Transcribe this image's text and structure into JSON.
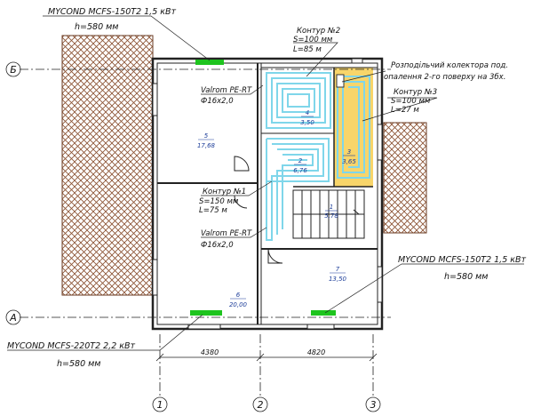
{
  "colors": {
    "heating_pipe": "#7fd6ea",
    "floor_fill": "#f8d56a",
    "convector": "#1ec41e",
    "wall": "#222222",
    "annotation_text": "#1f3f9a"
  },
  "axes": {
    "b": "Б",
    "a": "А",
    "c1": "1",
    "c2": "2",
    "c3": "3"
  },
  "dimensions": {
    "left_span": "4380",
    "right_span": "4820"
  },
  "convectors": {
    "top": {
      "model": "MYCOND MCFS-150T2 1,5 кВт",
      "height": "h=580 мм"
    },
    "bottom_left": {
      "model": "MYCOND MCFS-220T2 2,2 кВт",
      "height": "h=580 мм"
    },
    "bottom_right": {
      "model": "MYCOND MCFS-150T2 1,5 кВт",
      "height": "h=580 мм"
    }
  },
  "pipes": {
    "upper": {
      "brand": "Valrom PE-RT",
      "size": "Ф16х2,0"
    },
    "lower": {
      "brand": "Valrom PE-RT",
      "size": "Ф16х2,0"
    }
  },
  "manifold_note": {
    "line1": "Розподільчий колектора под.",
    "line2": "опалення  2-го поверху на 3бх."
  },
  "circuits": [
    {
      "name": "Контур №1",
      "step": "S=150 мм",
      "length": "L=75 м"
    },
    {
      "name": "Контур №2",
      "step": "S=100 мм",
      "length": "L=85 м"
    },
    {
      "name": "Контур №3",
      "step": "S=100 мм",
      "length": "L=27 м"
    }
  ],
  "rooms": [
    {
      "num": "1",
      "area": "5,78"
    },
    {
      "num": "2",
      "area": "6,76"
    },
    {
      "num": "3",
      "area": "3,65"
    },
    {
      "num": "4",
      "area": "3,50"
    },
    {
      "num": "5",
      "area": "17,68"
    },
    {
      "num": "6",
      "area": "20,00"
    },
    {
      "num": "7",
      "area": "13,50"
    }
  ]
}
